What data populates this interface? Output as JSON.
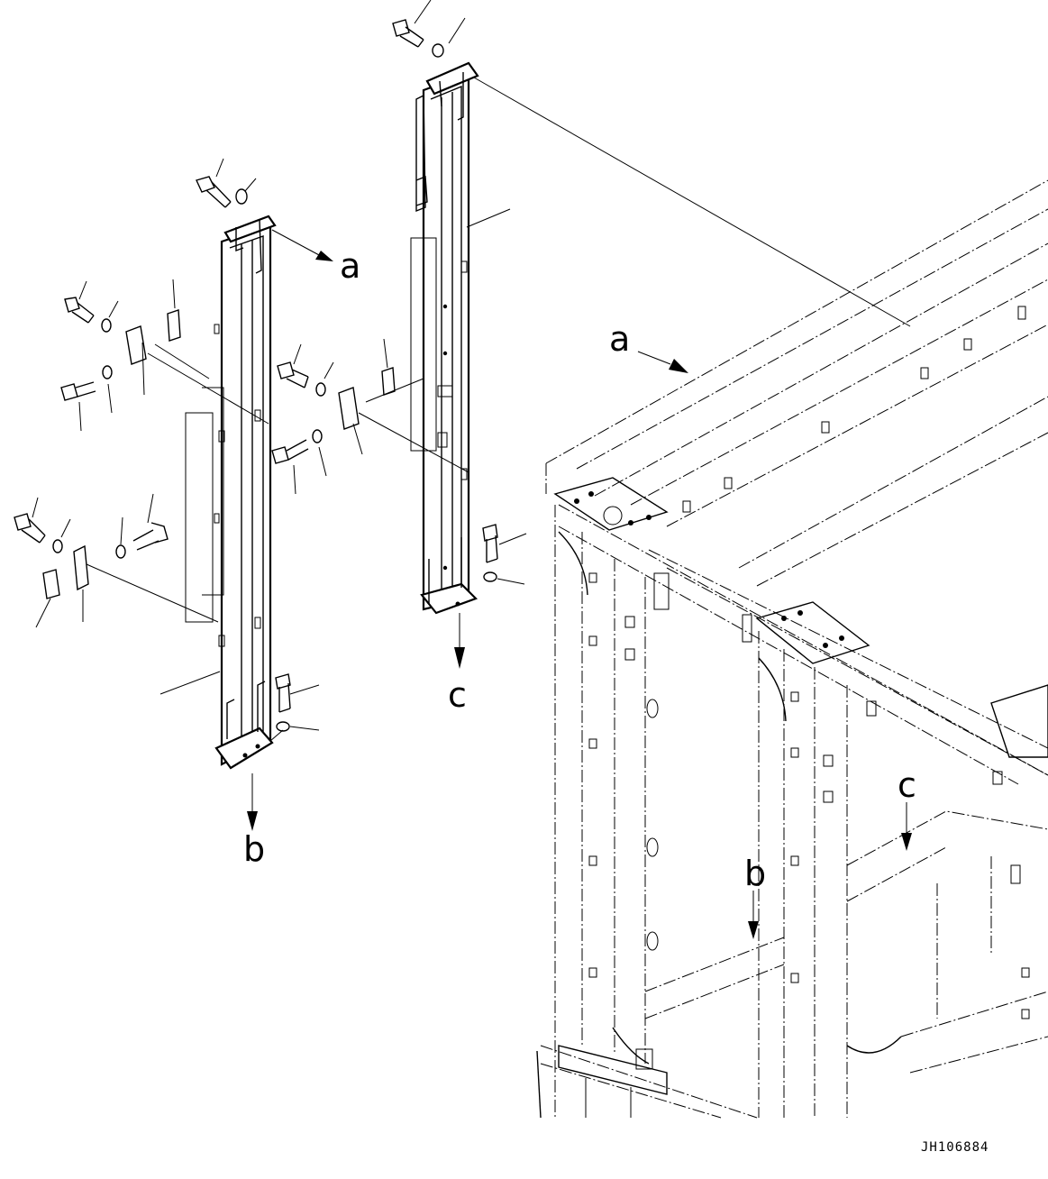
{
  "callouts": {
    "a_upper": "a",
    "c_upper": "c",
    "b_upper": "b",
    "a_lower": "a",
    "c_lower": "c",
    "b_lower": "b"
  },
  "drawing_code": "JH106884"
}
